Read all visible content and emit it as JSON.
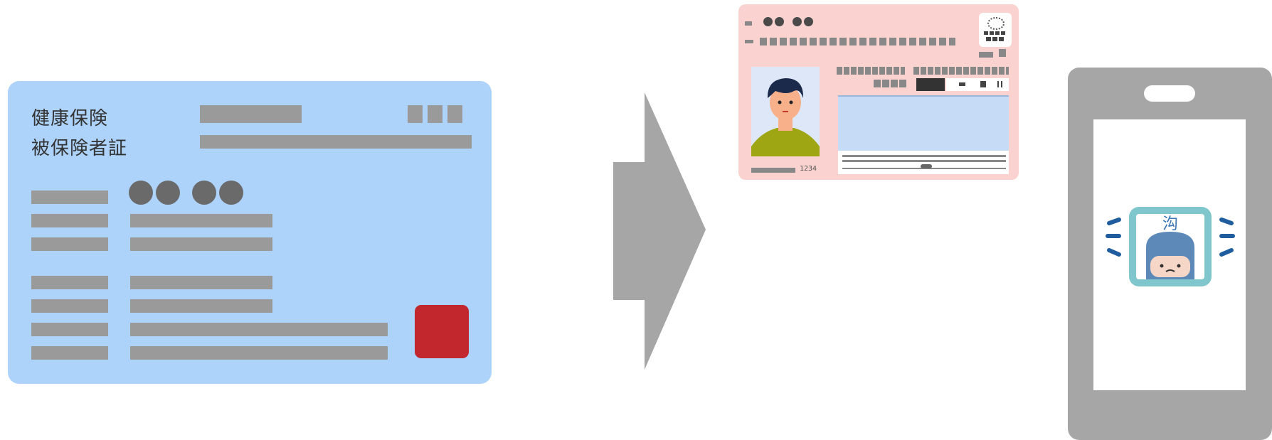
{
  "insurance_card": {
    "title_line1": "健康保険",
    "title_line2": "被保険者証",
    "card_color": "#add3fb",
    "chip_color": "#c1272d"
  },
  "arrow": {
    "direction": "right",
    "color": "#a6a6a6"
  },
  "my_number_card": {
    "card_color": "#fad2cf",
    "number_label": "1234"
  },
  "smartphone": {
    "body_color": "#a6a6a6",
    "screen_icon": "app-mascot-icon",
    "app_glyph": "沟"
  }
}
